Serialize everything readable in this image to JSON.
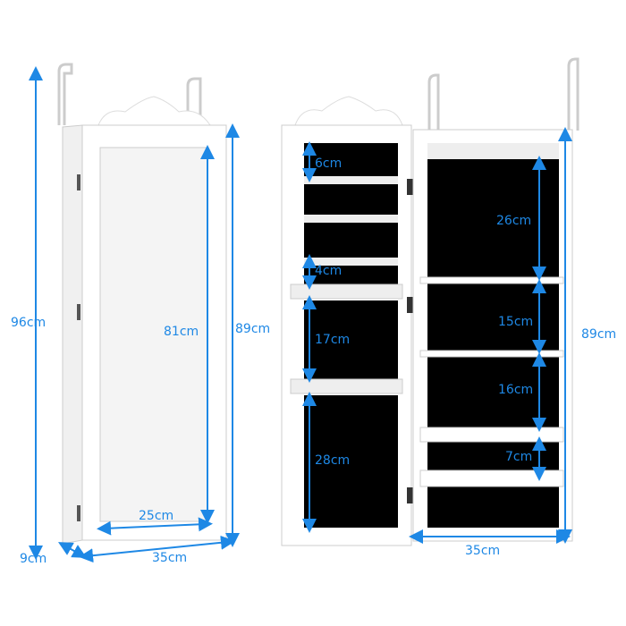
{
  "accent_color": "#1e88e5",
  "closed_view": {
    "total_height": "96cm",
    "mirror_height": "81cm",
    "body_height": "89cm",
    "mirror_width": "25cm",
    "depth": "9cm",
    "width": "35cm"
  },
  "open_view": {
    "door": {
      "earring_row": "6cm",
      "gap_above_hooks": "4cm",
      "middle_section": "17cm",
      "bottom_section": "28cm"
    },
    "cabinet": {
      "top_compartment": "26cm",
      "second_compartment": "15cm",
      "third_compartment": "16cm",
      "bottom_shelf": "7cm",
      "height": "89cm",
      "width": "35cm"
    }
  }
}
